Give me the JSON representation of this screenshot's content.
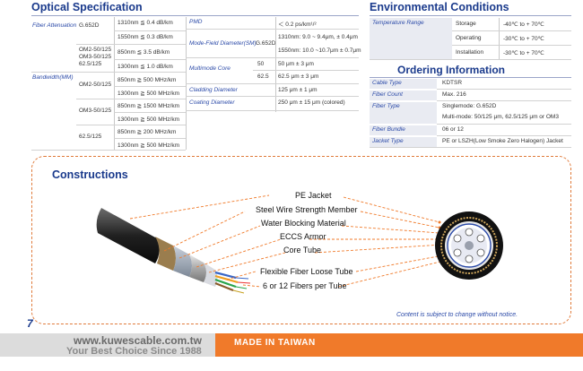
{
  "optical": {
    "title": "Optical Specification",
    "fiber_attenuation_label": "Fiber Attenuation",
    "bandwidth_label": "Bandwidth(MM)",
    "g652d": "G.652D",
    "r1310": "1310nm  ≦  0.4 dB/km",
    "r1550": "1550nm  ≦  0.3 dB/km",
    "om2om3_a": "OM2-50/125",
    "om2om3_b": "OM3-50/125",
    "om2om3_c": "62.5/125",
    "r850": "850nm  ≦  3.5 dB/km",
    "r1300": "1300nm  ≦  1.0 dB/km",
    "om2": "OM2-50/125",
    "om2_850": "850nm  ≧  500 MHz/km",
    "om2_1300": "1300nm  ≧  500 MHz/km",
    "om3": "OM3-50/125",
    "om3_850": "850nm  ≧  1500 MHz/km",
    "om3_1300": "1300nm  ≧  500 MHz/km",
    "mm625": "62.5/125",
    "mm625_850": "850nm  ≧  200 MHz/km",
    "mm625_1300": "1300nm  ≧  500 MHz/km",
    "pmd_label": "PMD",
    "pmd_val": "＜ 0.2 ps/km¹/²",
    "mfd_label": "Mode-Field Diameter(SM)",
    "mfd_g652d": "G.652D",
    "mfd_1310": "1310nm: 9.0 ~ 9.4μm, ± 0.4μm",
    "mfd_1550": "1550nm: 10.0 ~10.7μm ± 0.7μm",
    "mmcore_label": "Multimode Core",
    "mmcore_50": "50",
    "mmcore_50_val": "50 μm ± 3 μm",
    "mmcore_625": "62.5",
    "mmcore_625_val": "62.5 μm ± 3 μm",
    "clad_label": "Cladding Diameter",
    "clad_val": "125 μm ± 1 μm",
    "coat_label": "Coating Diameter",
    "coat_val": "250 μm ± 15 μm (colored)"
  },
  "environmental": {
    "title": "Environmental Conditions",
    "temp_label": "Temperature Range",
    "storage": "Storage",
    "storage_val": "-40℃ to + 70℃",
    "operating": "Operating",
    "operating_val": "-30℃ to + 70℃",
    "installation": "Installation",
    "installation_val": "-30℃ to + 70℃"
  },
  "ordering": {
    "title": "Ordering Information",
    "cable_type_label": "Cable Type",
    "cable_type_val": "KDTSR",
    "fiber_count_label": "Fiber Count",
    "fiber_count_val": "Max. 216",
    "fiber_type_label": "Fiber Type",
    "fiber_type_val1": "Singlemode: G.652D",
    "fiber_type_val2": "Multi-mode: 50/125 μm, 62.5/125 μm or OM3",
    "fiber_bundle_label": "Fiber Bundle",
    "fiber_bundle_val": "06 or 12",
    "jacket_label": "Jacket Type",
    "jacket_val": "PE or LSZH(Low Smoke Zero Halogen) Jacket"
  },
  "constructions": {
    "title": "Constructions",
    "items": [
      "PE Jacket",
      "Steel Wire Strength Member",
      "Water Blocking Material",
      "ECCS Armor",
      "Core Tube",
      "Flexible Fiber Loose Tube",
      "6 or 12 Fibers per Tube"
    ],
    "note": "Content is subject to change without notice."
  },
  "footer": {
    "page_number": "7",
    "website": "www.kuwescable.com.tw",
    "slogan": "Your Best Choice Since 1988",
    "made_in": "MADE IN TAIWAN"
  },
  "colors": {
    "heading_blue": "#1a3a8c",
    "label_blue": "#2b4aa8",
    "accent_orange": "#f07a2a"
  }
}
